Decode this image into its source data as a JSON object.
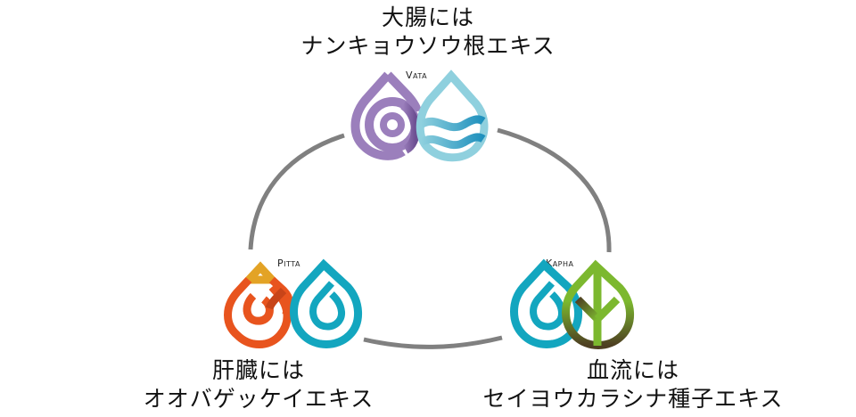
{
  "vata": {
    "name": "Vata",
    "caption_line1": "大腸には",
    "caption_line2": "ナンキョウソウ根エキス",
    "icons": [
      "spiral-drop-icon",
      "wave-drop-icon"
    ],
    "colors": {
      "purple": "#9b7fbc",
      "purple_dark": "#7a5a9e",
      "light_blue": "#8fd0de",
      "blue_dark": "#2a9fc6"
    }
  },
  "pitta": {
    "name": "Pitta",
    "caption_line1": "肝臓には",
    "caption_line2": "オオバゲッケイエキス",
    "icons": [
      "fire-drop-icon",
      "water-drop-icon"
    ],
    "colors": {
      "orange": "#e8541e",
      "gold": "#e3a325",
      "teal": "#13a6bf"
    }
  },
  "kapha": {
    "name": "Kapha",
    "caption_line1": "血流には",
    "caption_line2": "セイヨウカラシナ種子エキス",
    "icons": [
      "water-drop-icon",
      "leaf-drop-icon"
    ],
    "colors": {
      "teal": "#13a6bf",
      "green": "#7cb82f",
      "brown": "#5a4a2a"
    }
  },
  "ring": {
    "color": "#808080"
  }
}
